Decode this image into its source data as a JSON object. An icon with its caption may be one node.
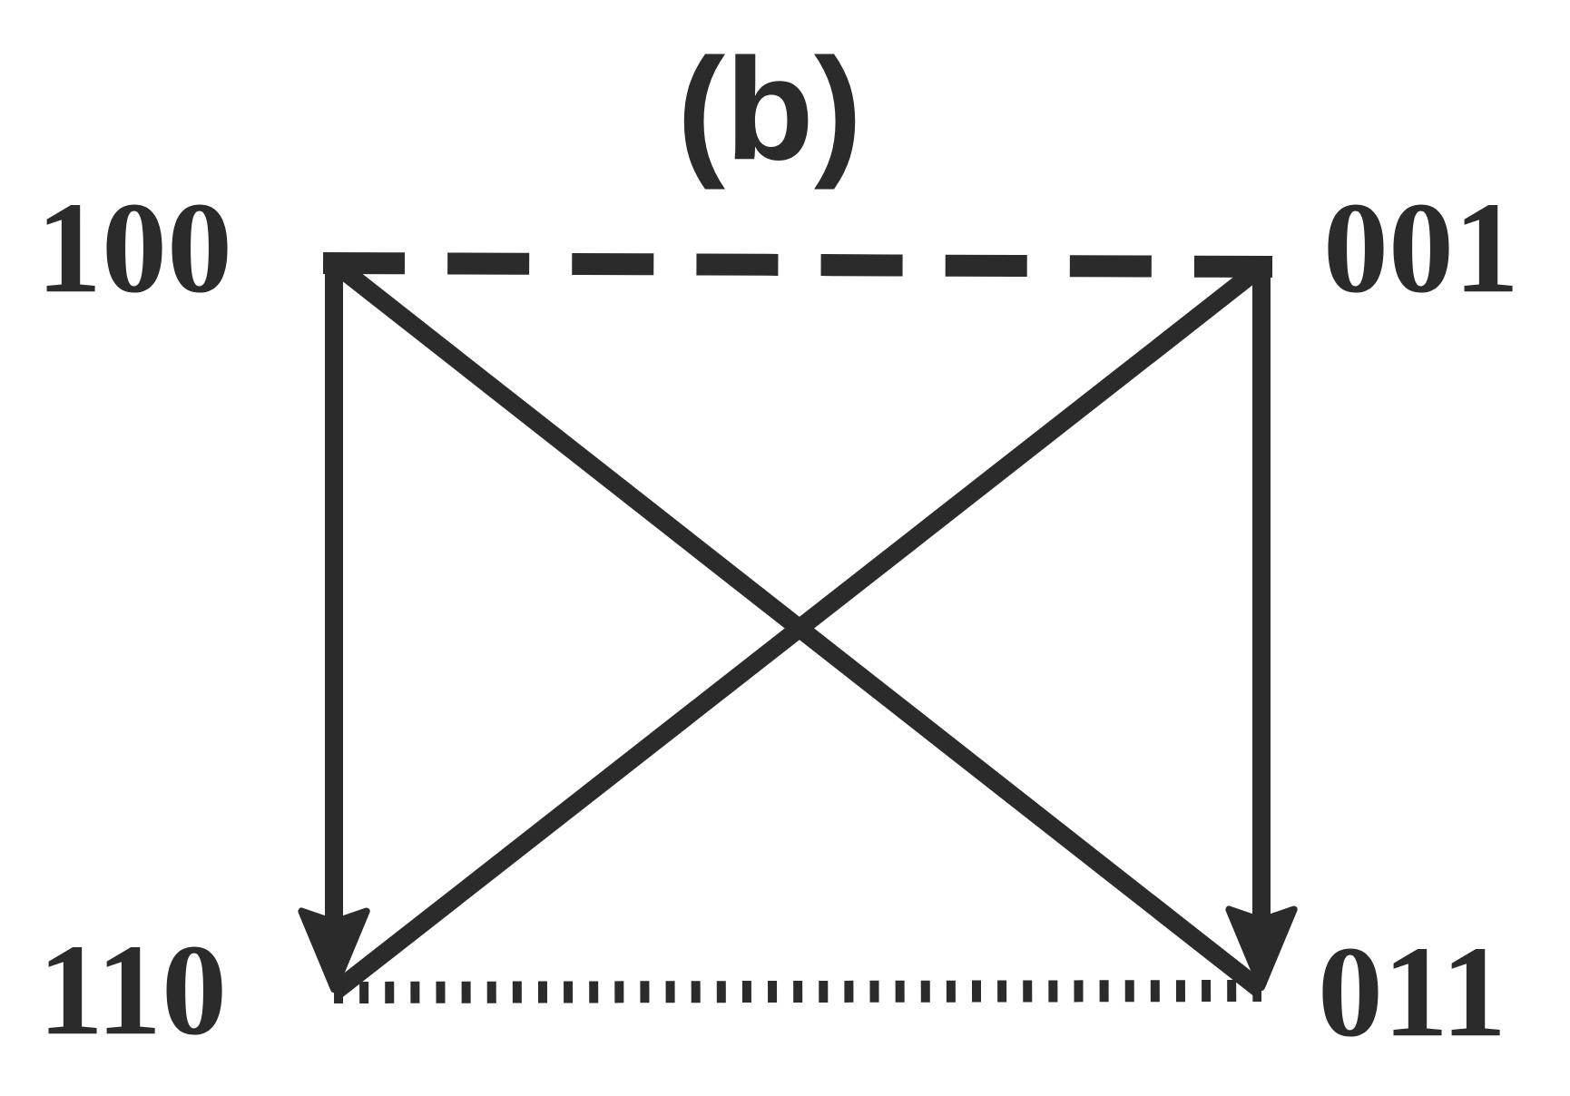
{
  "diagram": {
    "title": "(b)",
    "nodes": [
      {
        "text": [
          "100"
        ]
      },
      {
        "text": [
          "001"
        ]
      },
      {
        "text": [
          "110"
        ]
      },
      {
        "text": [
          "011"
        ]
      }
    ],
    "edges": [
      {
        "from": 0,
        "to": 1,
        "arrow": "none",
        "style": "dashed"
      },
      {
        "from": 0,
        "to": 2,
        "arrow": "to"
      },
      {
        "from": 1,
        "to": 3,
        "arrow": "to"
      },
      {
        "from": 0,
        "to": 3,
        "arrow": "none"
      },
      {
        "from": 1,
        "to": 2,
        "arrow": "none"
      },
      {
        "from": 2,
        "to": 3,
        "arrow": "none",
        "style": "dashed"
      }
    ]
  }
}
